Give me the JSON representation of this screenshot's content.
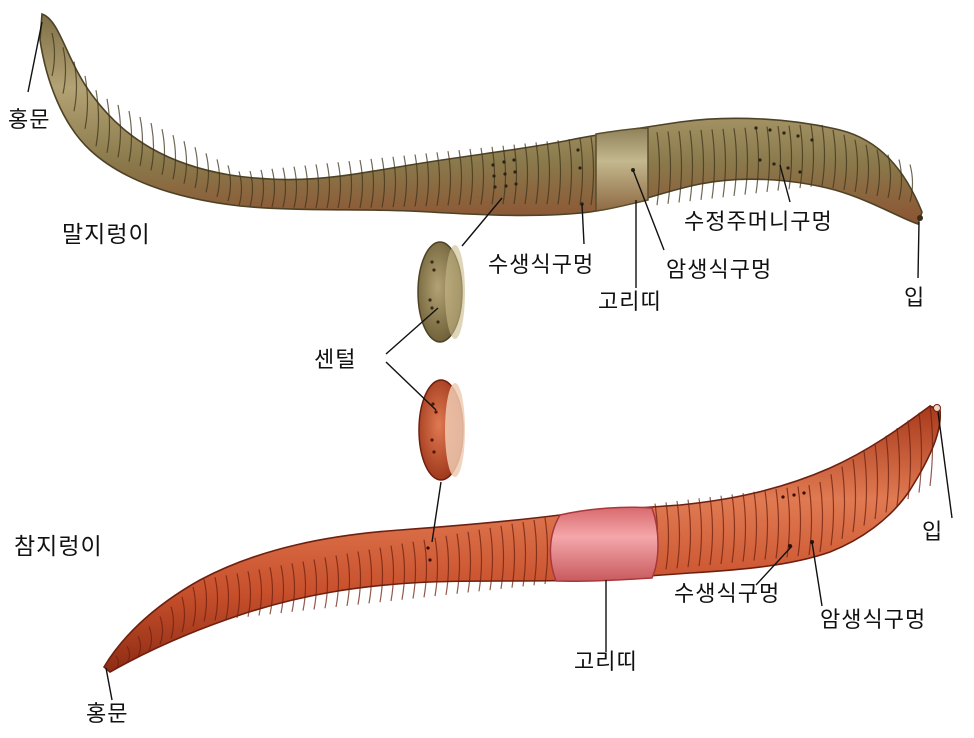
{
  "diagram": {
    "worms": [
      {
        "name": "말지렁이",
        "colors": {
          "body": "#8a7a4c",
          "body_light": "#b3a274",
          "body_dark": "#5a4a2a",
          "clitellum": "#a79a70",
          "belly": "#9a5a36"
        },
        "labels": {
          "anus": "홍문",
          "male_pore": "수생식구멍",
          "female_pore": "암생식구멍",
          "clitellum": "고리띠",
          "sperm_pocket": "수정주머니구멍",
          "mouth": "입"
        }
      },
      {
        "name": "참지렁이",
        "colors": {
          "body": "#c8502c",
          "body_light": "#e07a52",
          "body_dark": "#8e2c14",
          "clitellum": "#e8878c",
          "belly": "#b03e22"
        },
        "labels": {
          "anus": "홍문",
          "male_pore": "수생식구멍",
          "female_pore": "암생식구멍",
          "clitellum": "고리띠",
          "mouth": "입"
        }
      }
    ],
    "setae_label": "센털"
  }
}
